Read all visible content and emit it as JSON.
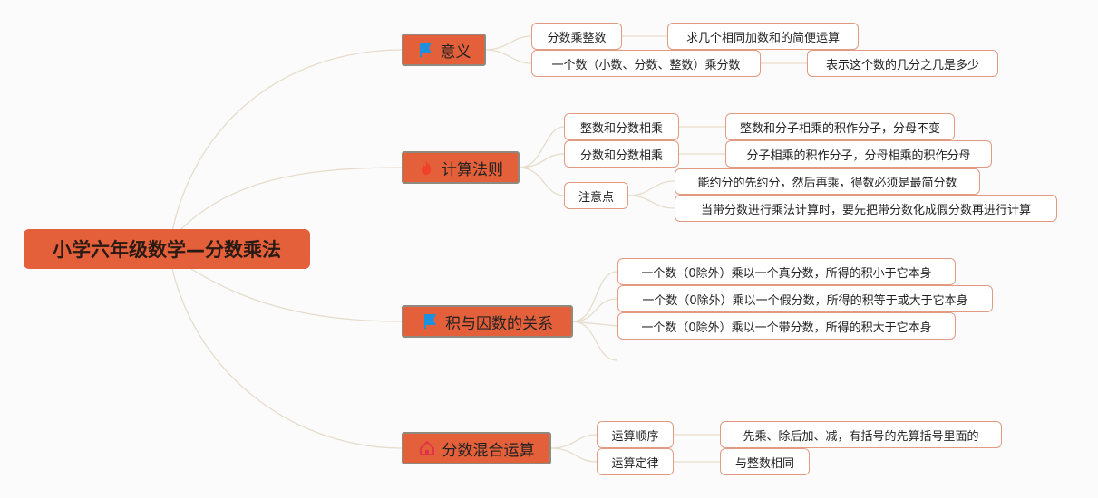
{
  "root": {
    "label": "小学六年级数学—分数乘法"
  },
  "branches": [
    {
      "label": "意义",
      "icon": "flag-icon",
      "children": [
        {
          "label": "分数乘整数",
          "detail": "求几个相同加数和的简便运算"
        },
        {
          "label": "一个数（小数、分数、整数）乘分数",
          "detail": "表示这个数的几分之几是多少"
        }
      ]
    },
    {
      "label": "计算法则",
      "icon": "fire-icon",
      "children": [
        {
          "label": "整数和分数相乘",
          "detail": "整数和分子相乘的积作分子，分母不变"
        },
        {
          "label": "分数和分数相乘",
          "detail": "分子相乘的积作分子，分母相乘的积作分母"
        },
        {
          "label": "注意点",
          "details": [
            "能约分的先约分，然后再乘，得数必须是最简分数",
            "当带分数进行乘法计算时，要先把带分数化成假分数再进行计算"
          ]
        }
      ]
    },
    {
      "label": "积与因数的关系",
      "icon": "flag-icon",
      "children": [
        {
          "label": "一个数（0除外）乘以一个真分数，所得的积小于它本身"
        },
        {
          "label": "一个数（0除外）乘以一个假分数，所得的积等于或大于它本身"
        },
        {
          "label": "一个数（0除外）乘以一个带分数，所得的积大于它本身"
        }
      ]
    },
    {
      "label": "分数混合运算",
      "icon": "home-icon",
      "children": [
        {
          "label": "运算顺序",
          "detail": "先乘、除后加、减，有括号的先算括号里面的"
        },
        {
          "label": "运算定律",
          "detail": "与整数相同"
        }
      ]
    }
  ],
  "colors": {
    "node": "#e4603a",
    "border": "#e39a82",
    "line": "#e6dccb",
    "flag": "#1e90e0",
    "fire": "#f0402a",
    "home": "#e0304a"
  }
}
